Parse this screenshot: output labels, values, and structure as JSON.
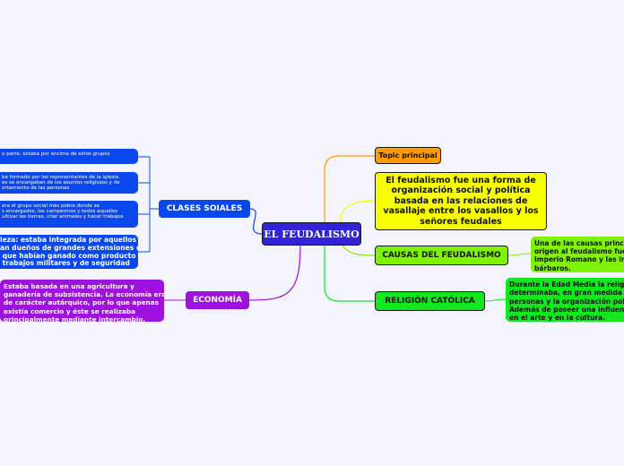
{
  "center": {
    "label": "EL FEUDALISMO"
  },
  "left_topics": {
    "clases": "CLASES SOIALES",
    "economia": "ECONOMÍA"
  },
  "right_topics": {
    "topic": "Topic principal",
    "definicion": "El feudalismo fue una forma de organización social y política basada en las relaciones de vasallaje entre los vasallos y los señores feudales",
    "causas": "CAUSAS DEL FEUDALISMO",
    "religion": "RELIGIÓN CATÓLICA"
  },
  "leaves": {
    "clases_1": "u parte, estaba por encima de estos grupos",
    "clases_2": "ba formado por los representantes de la iglesia\nes se encargaban de los asuntos religiosos y de\nortamiento de las personas",
    "clases_3": "era el grupo social más pobre donde se\ns encargados, los campesinos y todos aquellos\nultivar las tierras, criar animales y hacer trabajos",
    "clases_4": "leza: estaba integrada por aquellos\nan dueños de grandes extensiones de\n que habían ganado como producto\n trabajos militares y de seguridad",
    "economia_1": "Estaba basada en una agricultura y\nganadería de subsistencia. La economía era\nde carácter autárquico, por lo que apenas\nexistía comercio y éste se realizaba\nprincipalmente mediante intercambio.",
    "causas_1": "Una de las causas principa\norigen al feudalismo fue l\nImperio Romano y las inv\nbárbaros.",
    "religion_1": "Durante la Edad Media la religión\ndeterminaba, en gran medida la\npersonas y la organización políti\nAdemás de poseer una influencia\nen el arte y en la cultura."
  },
  "colors": {
    "background": "#f3f4fd",
    "center": "#2f25d6",
    "clases": "#0a47ec",
    "economia": "#9f12de",
    "topic": "#ff9a00",
    "definicion": "#f7ff00",
    "causas": "#7ef307",
    "religion": "#11e81e"
  }
}
